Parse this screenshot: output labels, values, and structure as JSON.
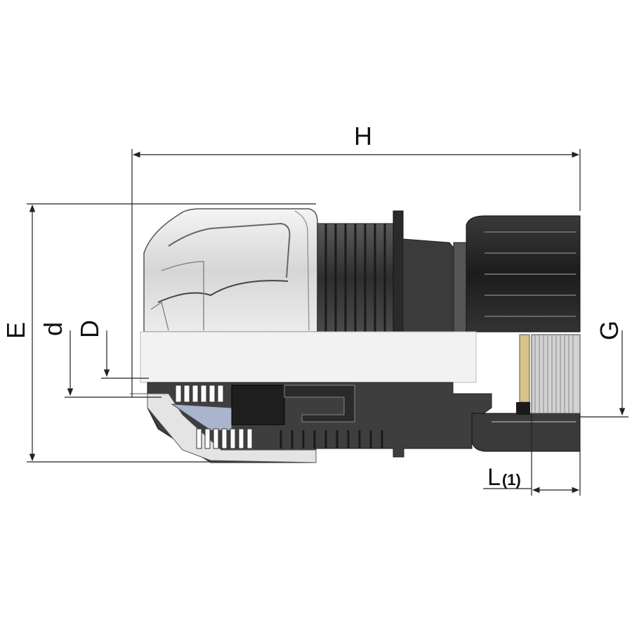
{
  "dimensions": {
    "H": "H",
    "E": "E",
    "d": "d",
    "D": "D",
    "G": "G",
    "L_main": "L",
    "L_sub": "(1)"
  },
  "colors": {
    "dimension_line": "#222222",
    "body_light": "#e6e6e6",
    "body_dark": "#3c3c3c",
    "nut_dark": "#262626",
    "grip_blue": "#aab4cc",
    "gasket_tan": "#d8c48a"
  }
}
